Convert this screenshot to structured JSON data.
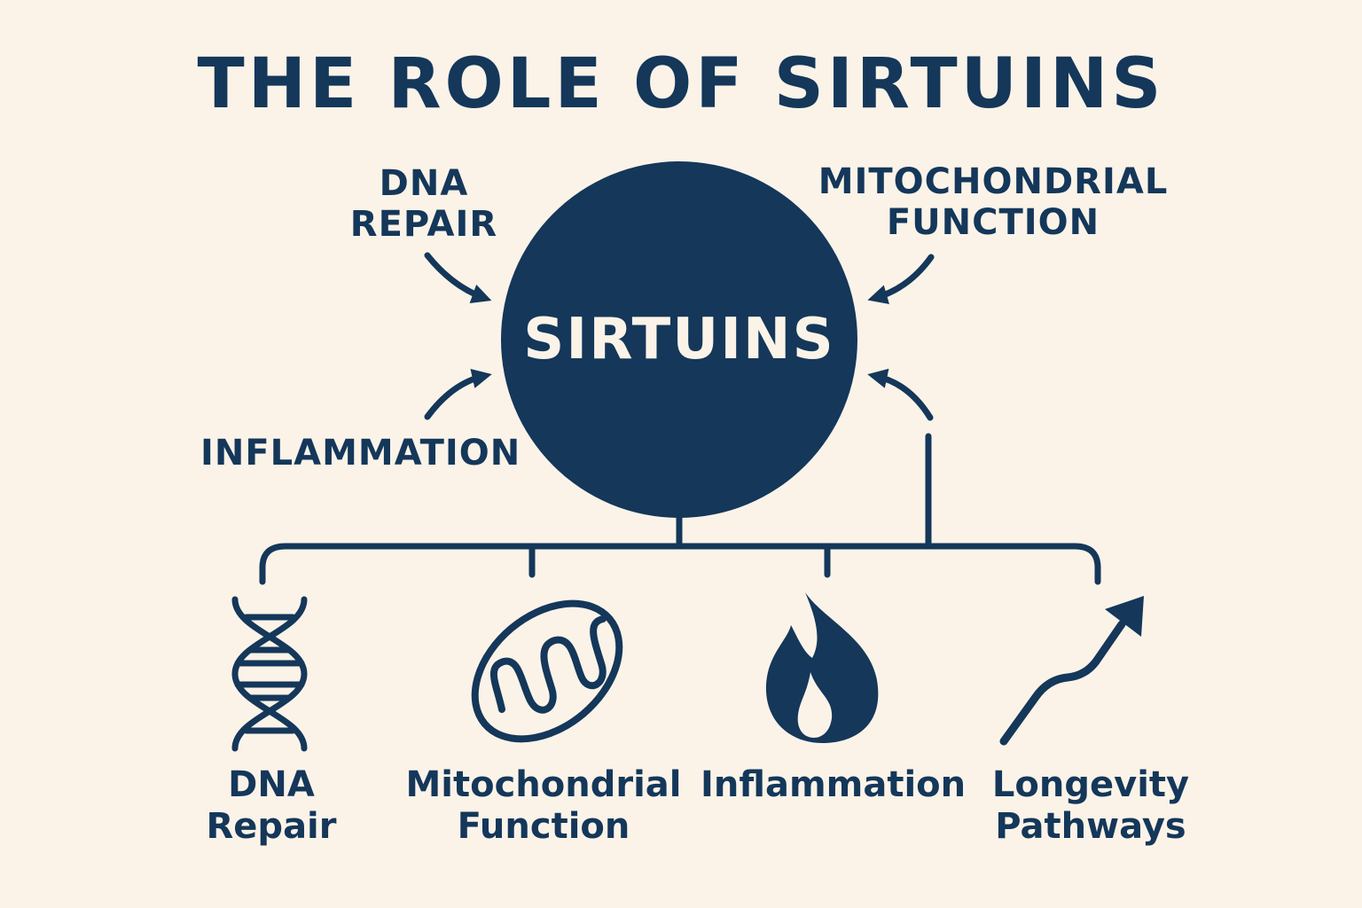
{
  "title": "THE ROLE OF SIRTUINS",
  "center": {
    "label": "SIRTUINS"
  },
  "inputs": {
    "dna_repair": {
      "line1": "DNA",
      "line2": "REPAIR"
    },
    "mitochondrial_function": {
      "line1": "MITOCHONDRIAL",
      "line2": "FUNCTION"
    },
    "inflammation": {
      "label": "INFLAMMATION"
    }
  },
  "outputs": [
    {
      "line1": "DNA",
      "line2": "Repair",
      "icon": "dna-helix-icon"
    },
    {
      "line1": "Mitochondrial",
      "line2": "Function",
      "icon": "mitochondrion-icon"
    },
    {
      "line1": "Inflammation",
      "line2": "",
      "icon": "flame-icon"
    },
    {
      "line1": "Longevity",
      "line2": "Pathways",
      "icon": "trend-up-arrow-icon"
    }
  ],
  "colors": {
    "background": "#fbf3e8",
    "primary": "#14375a"
  }
}
